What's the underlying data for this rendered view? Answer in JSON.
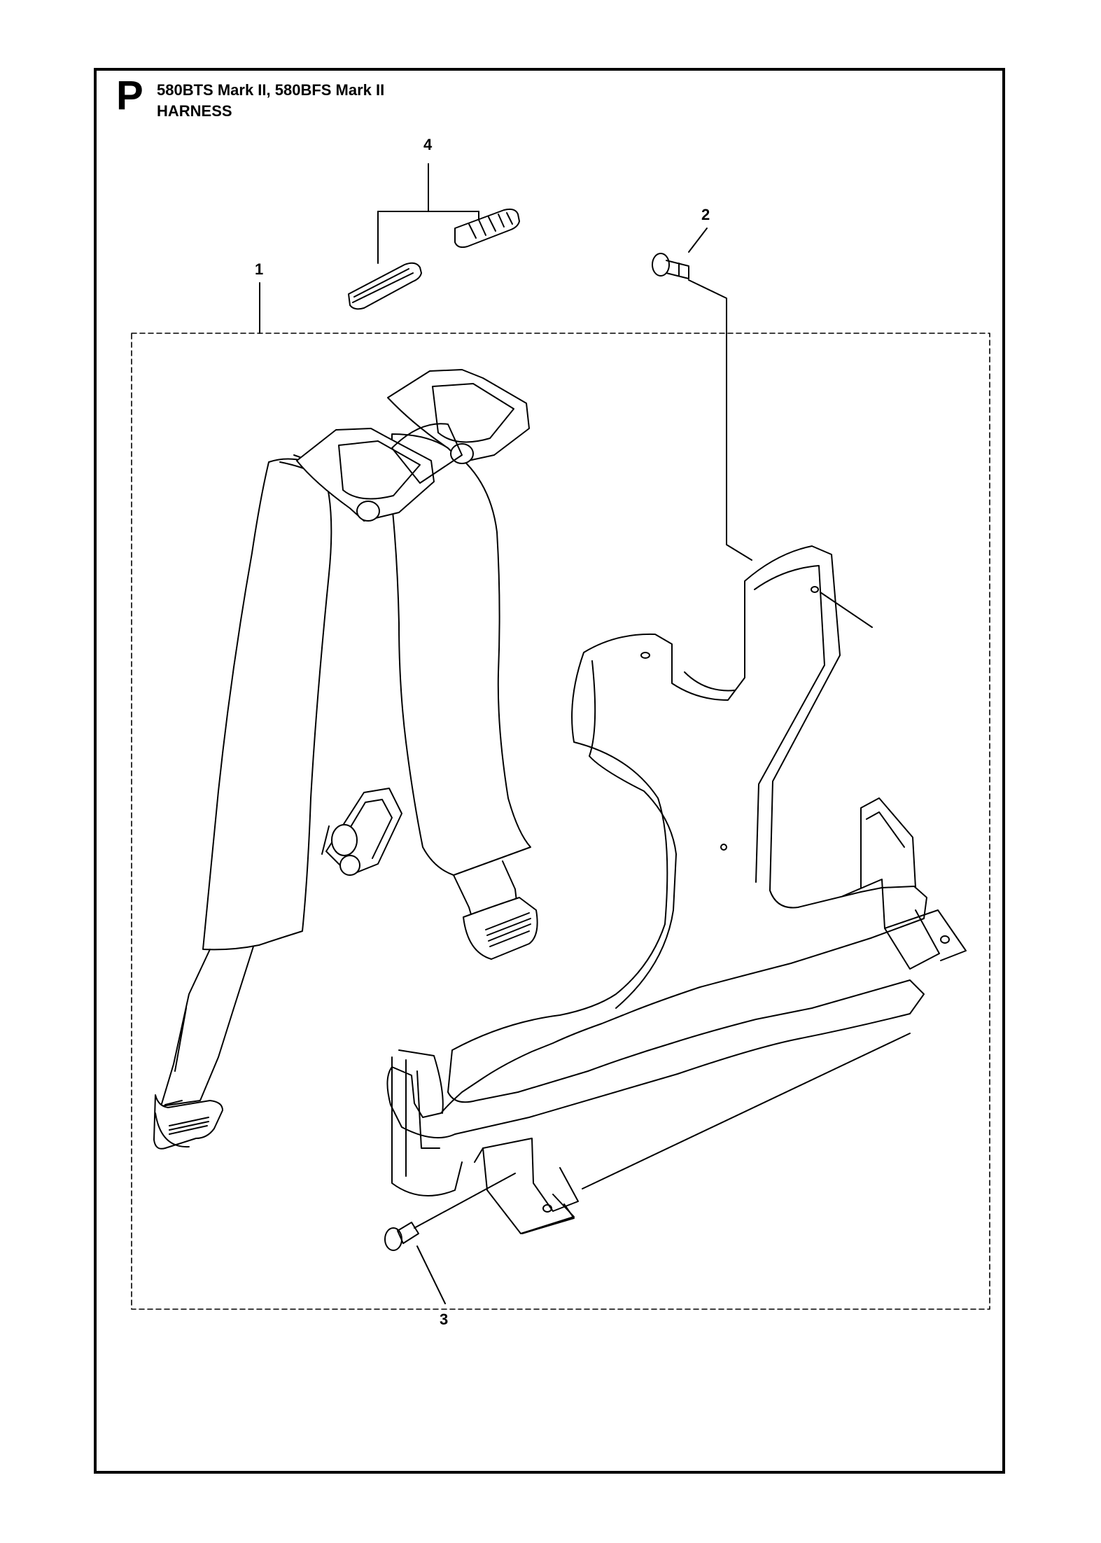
{
  "header": {
    "section_letter": "P",
    "model_line": "580BTS Mark II, 580BFS Mark II",
    "assembly_name": "HARNESS"
  },
  "callouts": {
    "part_1": "1",
    "part_2": "2",
    "part_3": "3",
    "part_4": "4"
  },
  "colors": {
    "line": "#000000",
    "background": "#ffffff"
  }
}
